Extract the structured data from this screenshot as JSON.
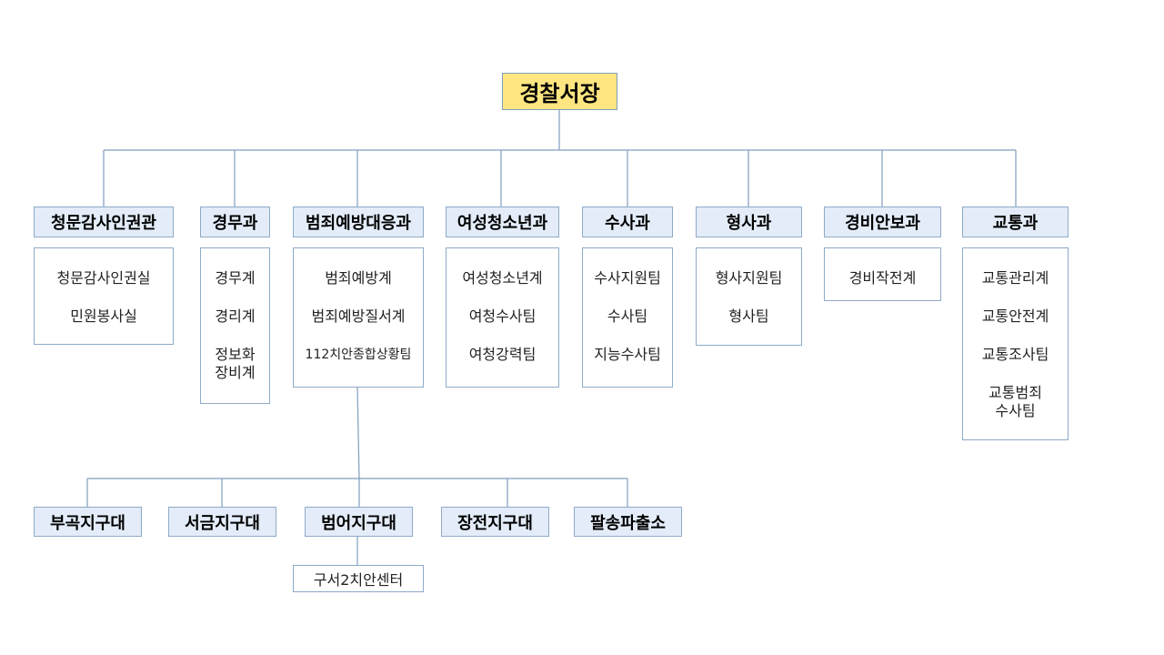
{
  "chief": "경찰서장",
  "departments": [
    {
      "key": "cheongmun",
      "name": "청문감사인권관",
      "items": [
        "청문감사인권실",
        "민원봉사실"
      ]
    },
    {
      "key": "gyeongmu",
      "name": "경무과",
      "items": [
        "경무계",
        "경리계",
        "정보화\n장비계"
      ]
    },
    {
      "key": "crime-prevention",
      "name": "범죄예방대응과",
      "items": [
        "범죄예방계",
        "범죄예방질서계",
        "112치안종합상황팀"
      ]
    },
    {
      "key": "women-youth",
      "name": "여성청소년과",
      "items": [
        "여성청소년계",
        "여청수사팀",
        "여청강력팀"
      ]
    },
    {
      "key": "investigation",
      "name": "수사과",
      "items": [
        "수사지원팀",
        "수사팀",
        "지능수사팀"
      ]
    },
    {
      "key": "criminal",
      "name": "형사과",
      "items": [
        "형사지원팀",
        "형사팀"
      ]
    },
    {
      "key": "security",
      "name": "경비안보과",
      "items": [
        "경비작전계"
      ]
    },
    {
      "key": "traffic",
      "name": "교통과",
      "items": [
        "교통관리계",
        "교통안전계",
        "교통조사팀",
        "교통범죄\n수사팀"
      ]
    }
  ],
  "police_units": [
    "부곡지구대",
    "서금지구대",
    "범어지구대",
    "장전지구대",
    "팔송파출소"
  ],
  "safety_center": "구서2치안센터",
  "colors": {
    "chief_fill": "#ffe680",
    "head_fill": "#e3ecf8",
    "border": "#8eaac8",
    "line": "#7f9dbd"
  }
}
